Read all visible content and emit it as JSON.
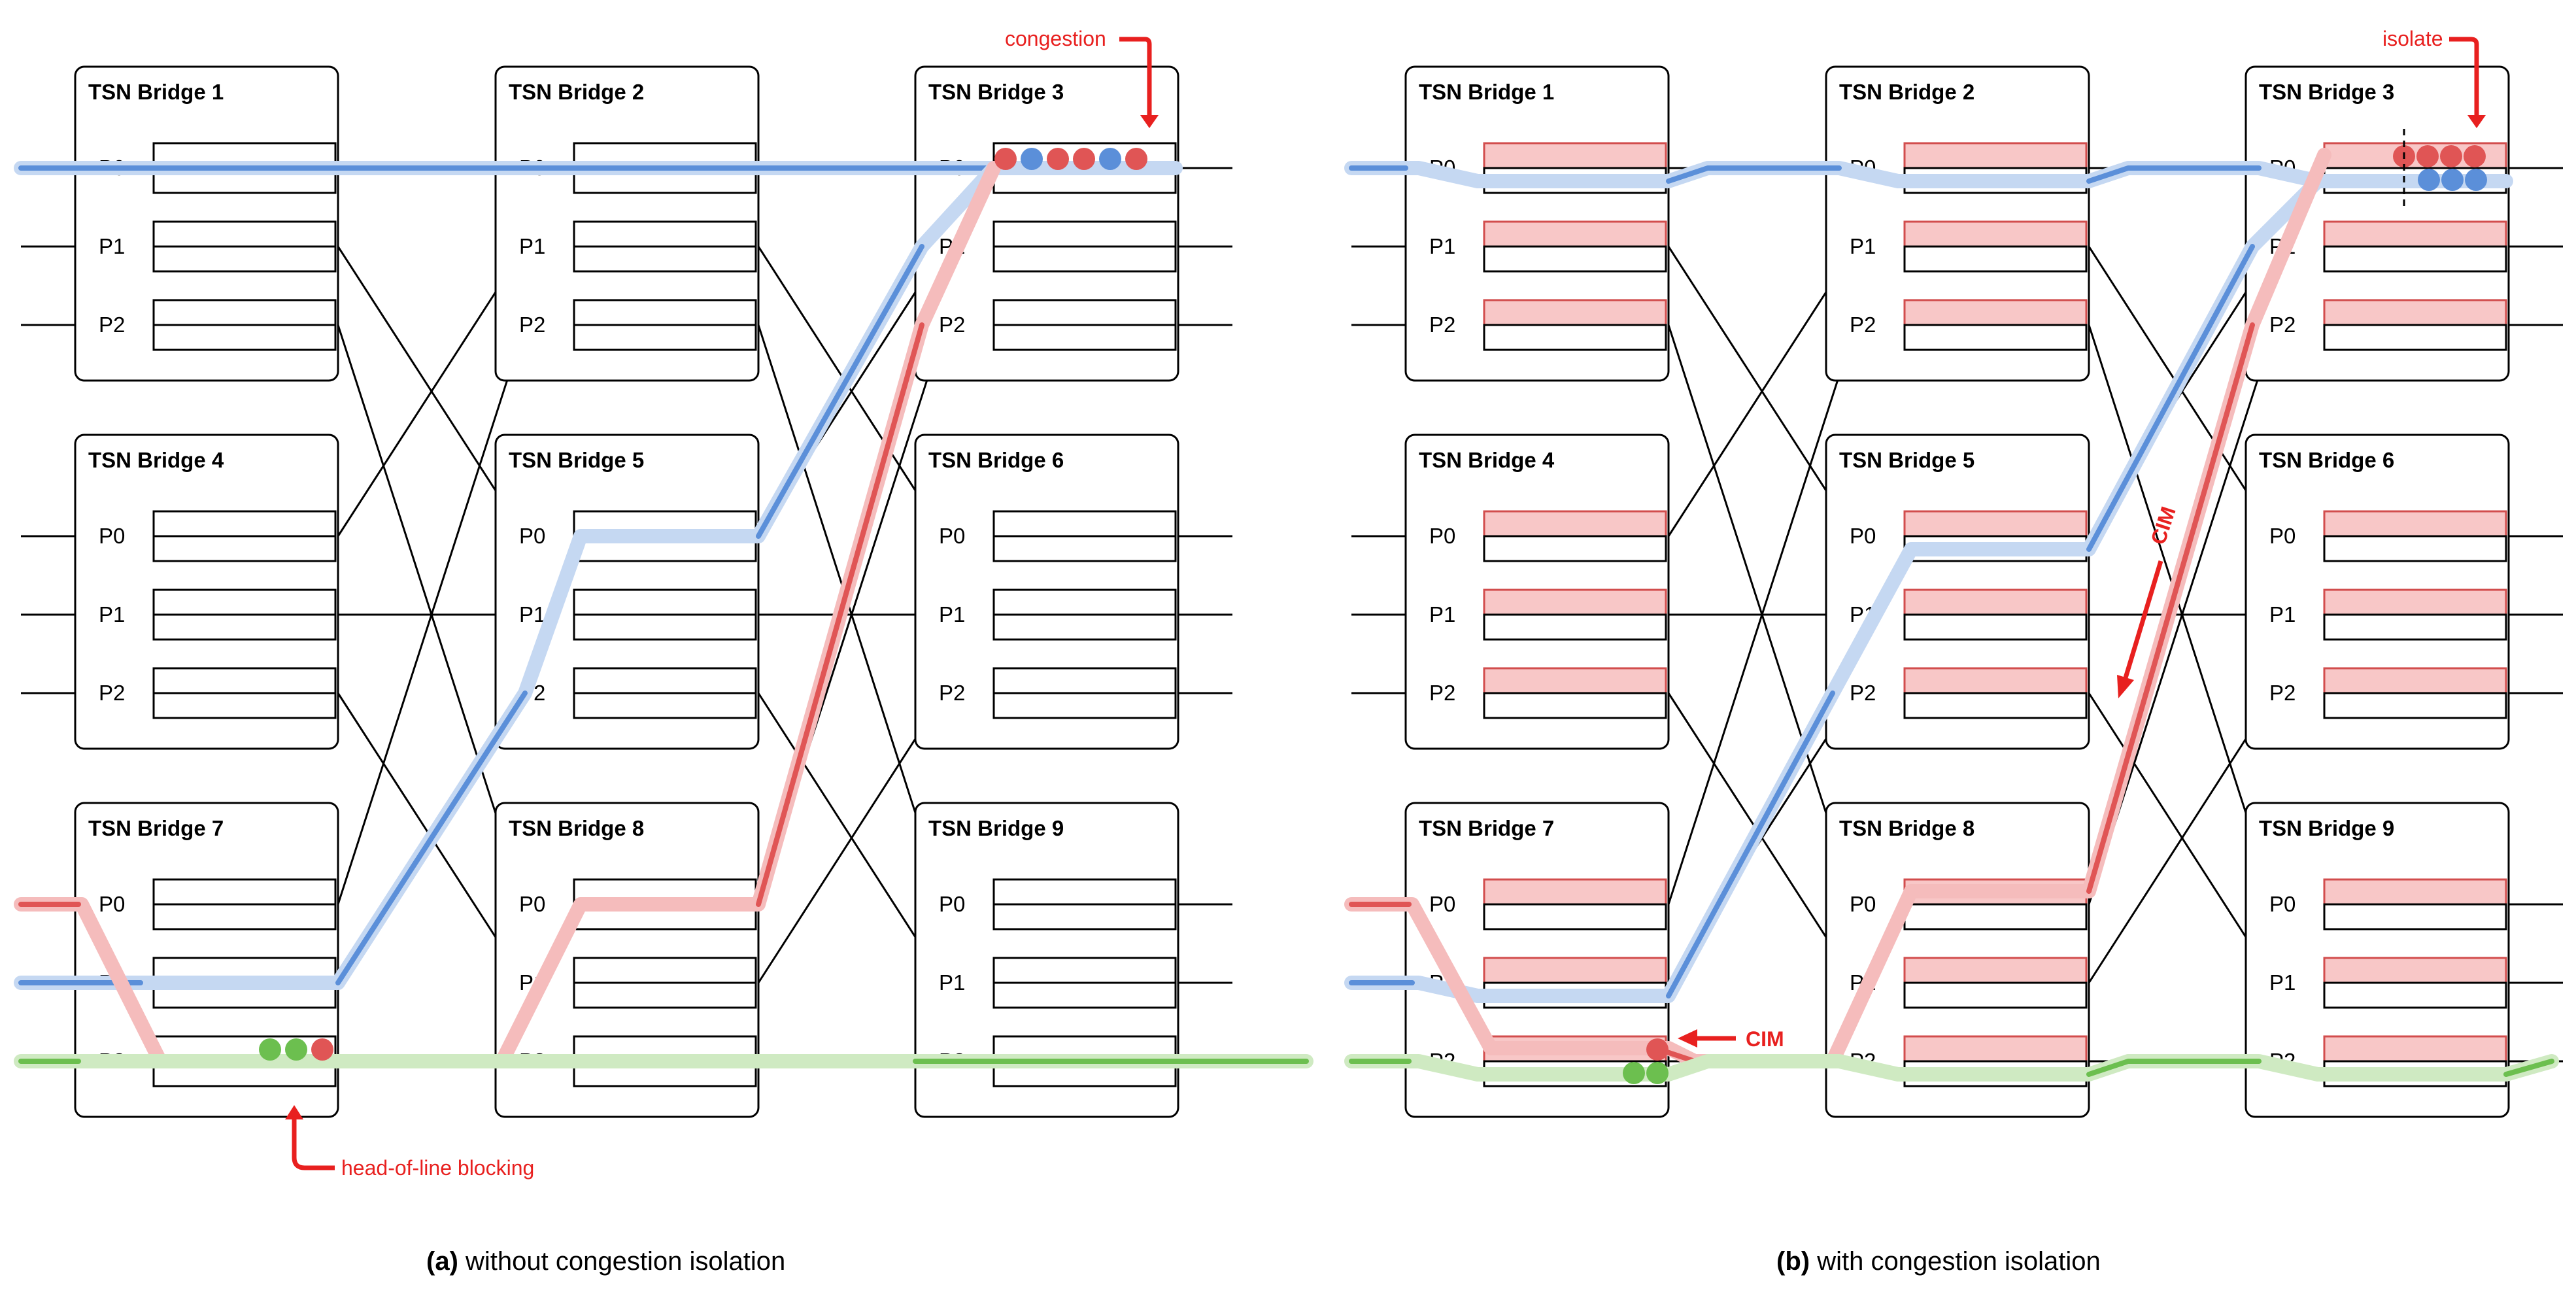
{
  "bridges": [
    "TSN Bridge 1",
    "TSN Bridge 2",
    "TSN Bridge 3",
    "TSN Bridge 4",
    "TSN Bridge 5",
    "TSN Bridge 6",
    "TSN Bridge 7",
    "TSN Bridge 8",
    "TSN Bridge 9"
  ],
  "ports": [
    "P0",
    "P1",
    "P2"
  ],
  "panel_a": {
    "annotation_top": "congestion",
    "annotation_bottom": "head-of-line blocking",
    "caption_letter": "(a)",
    "caption_text": " without congestion isolation"
  },
  "panel_b": {
    "annotation_top": "isolate",
    "cim_1": "CIM",
    "cim_2": "CIM",
    "caption_letter": "(b)",
    "caption_text": " with congestion isolation"
  },
  "colors": {
    "blue_flow": "#5b8fd9",
    "blue_light": "#c5d8f2",
    "red_flow": "#e05555",
    "red_light": "#f5bcbc",
    "green_flow": "#6cbf4f",
    "green_light": "#cfeac2",
    "annotation": "#e8201f",
    "ci_queue": "#f8c7c7"
  },
  "icons": [
    "arrow-icon",
    "packet-dot-icon"
  ]
}
